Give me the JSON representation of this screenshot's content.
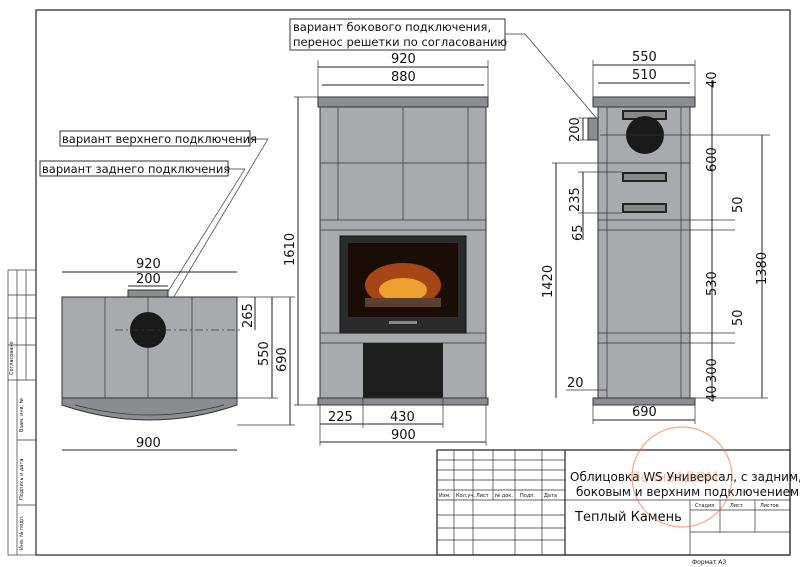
{
  "callouts": {
    "top_connection": "вариант верхнего подключения",
    "rear_connection": "вариант заднего подключения",
    "side_connection_1": "вариант бокового подключения,",
    "side_connection_2": "перенос решетки по согласованию"
  },
  "top_view": {
    "w920": "920",
    "w200": "200",
    "w900": "900",
    "h265": "265",
    "h550": "550",
    "h690": "690"
  },
  "front_view": {
    "w920": "920",
    "w880": "880",
    "h1610": "1610",
    "w225": "225",
    "w430": "430",
    "w900": "900"
  },
  "side_view": {
    "w550": "550",
    "w510": "510",
    "d40a": "40",
    "d600": "600",
    "d50a": "50",
    "d530": "530",
    "d50b": "50",
    "d300": "300",
    "d40b": "40",
    "d1380": "1380",
    "d1420": "1420",
    "d200": "200",
    "d235": "235",
    "d65": "65",
    "d20": "20",
    "w690": "690"
  },
  "title_block": {
    "title_line1": "Облицовка WS Универсал, с задним,",
    "title_line2": "боковым и верхним подключением",
    "company": "Теплый Камень",
    "col_headers": [
      "Изм.",
      "Кол.уч.",
      "Лист",
      "№ док.",
      "Подп.",
      "Дата"
    ],
    "stage_headers": [
      "Стадия",
      "Лист",
      "Листов"
    ],
    "format": "Формат А3"
  },
  "side_stamp": [
    "Согласовано",
    "Взам. инв. №",
    "Подпись и дата",
    "Инв. № подл."
  ],
  "watermark": "ПечнойДОМ"
}
